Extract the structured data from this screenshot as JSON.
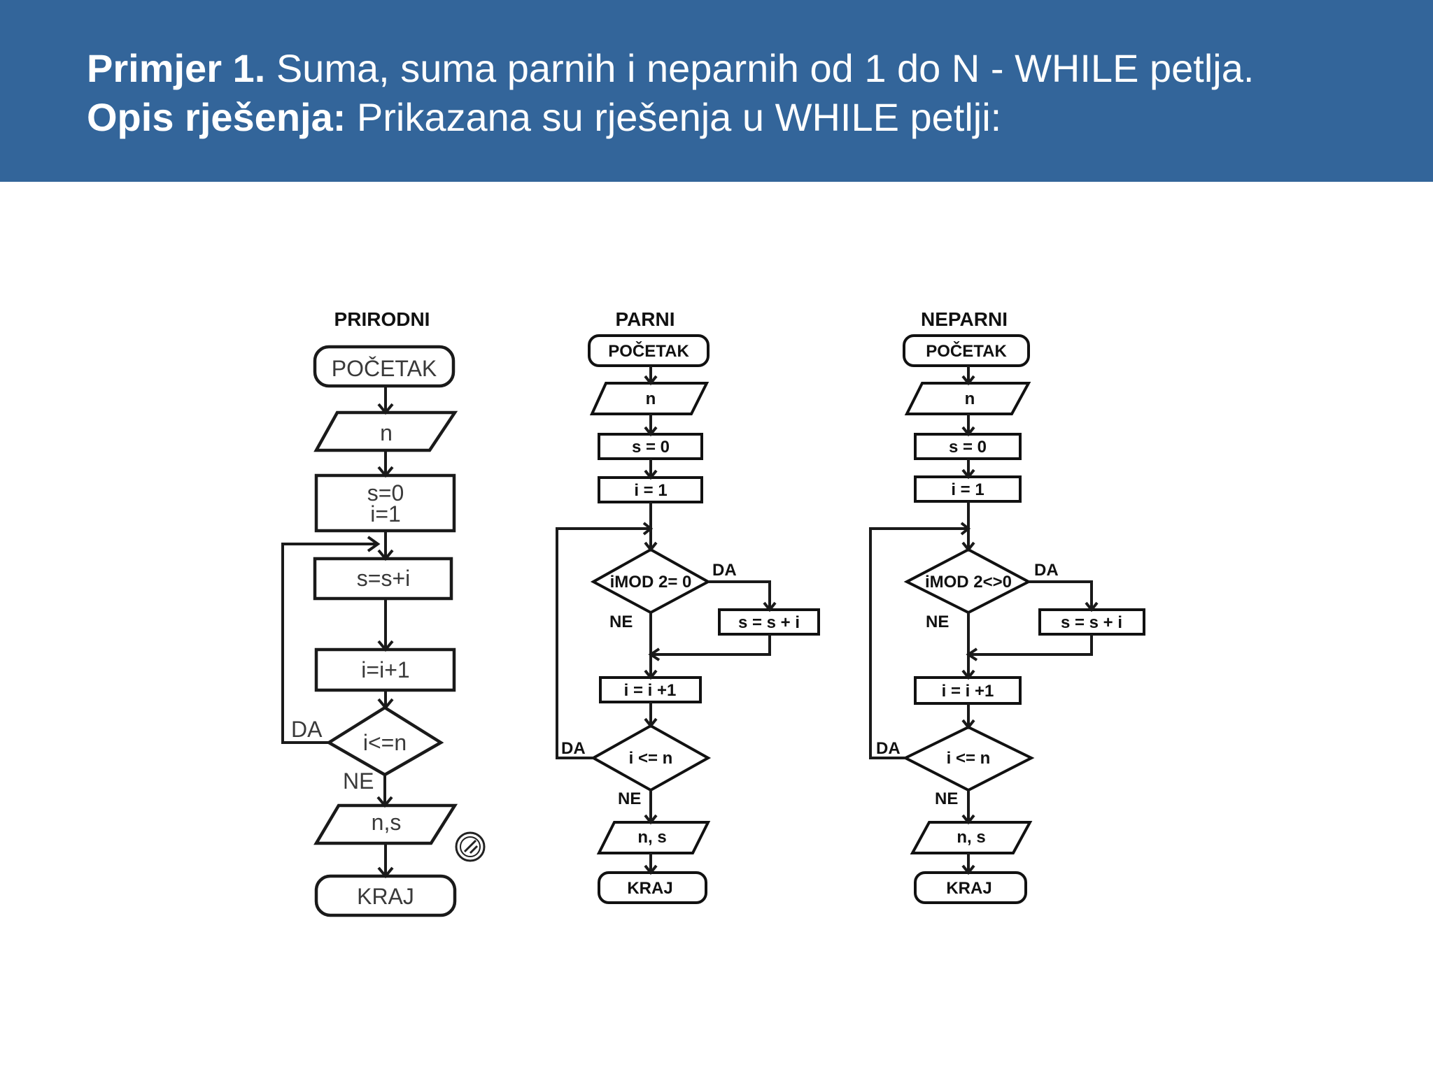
{
  "header": {
    "line1_bold": "Primjer 1.",
    "line1_text": " Suma, suma parnih i neparnih od 1 do N - WHILE petlja.",
    "line2_bold": "Opis rješenja:",
    "line2_text": " Prikazana su rješenja u WHILE petlji:"
  },
  "diagrams": {
    "prirodni": {
      "title": "PRIRODNI",
      "start": "POČETAK",
      "input": "n",
      "init_line1": "s=0",
      "init_line2": "i=1",
      "sum": "s=s+i",
      "increment": "i=i+1",
      "condition": "i<=n",
      "yes": "DA",
      "no": "NE",
      "output": "n,s",
      "end": "KRAJ"
    },
    "parni": {
      "title": "PARNI",
      "start": "POČETAK",
      "input": "n",
      "init_s": "s = 0",
      "init_i": "i = 1",
      "mod_condition": "iMOD 2= 0",
      "mod_yes": "DA",
      "mod_no": "NE",
      "sum": "s = s + i",
      "increment": "i = i +1",
      "loop_condition": "i <= n",
      "loop_yes": "DA",
      "loop_no": "NE",
      "output": "n, s",
      "end": "KRAJ"
    },
    "neparni": {
      "title": "NEPARNI",
      "start": "POČETAK",
      "input": "n",
      "init_s": "s = 0",
      "init_i": "i = 1",
      "mod_condition": "iMOD 2<>0",
      "mod_yes": "DA",
      "mod_no": "NE",
      "sum": "s = s + i",
      "increment": "i = i +1",
      "loop_condition": "i <= n",
      "loop_yes": "DA",
      "loop_no": "NE",
      "output": "n, s",
      "end": "KRAJ"
    }
  },
  "icons": {
    "watermark": "circular-logo-icon"
  }
}
